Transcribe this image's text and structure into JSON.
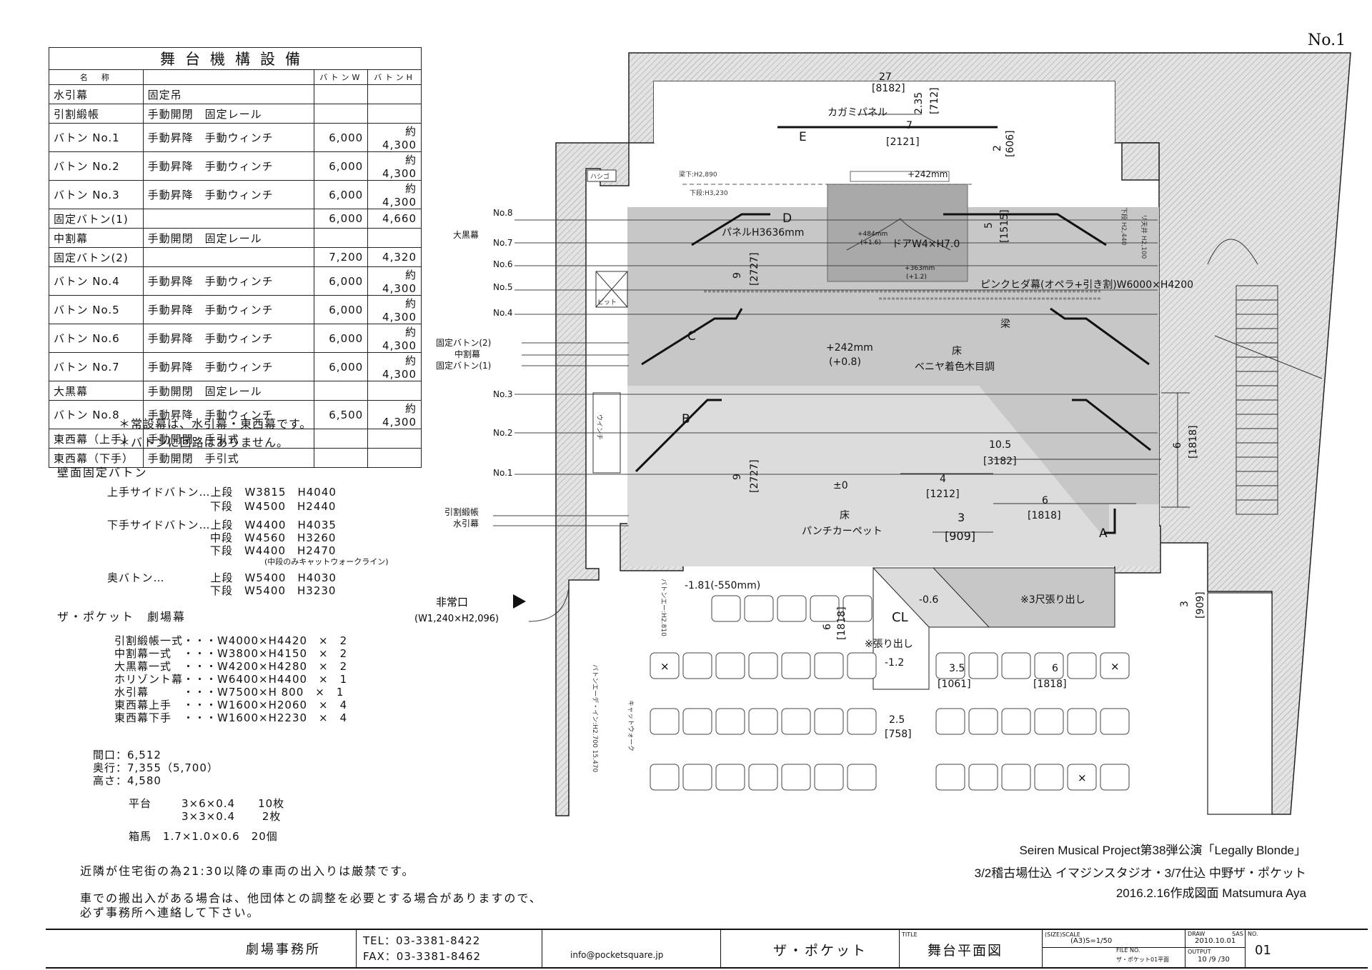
{
  "page_number": "No.1",
  "equipment_table": {
    "title": "舞台機構設備",
    "headers": [
      "名　称",
      "",
      "バトンW",
      "バトンH"
    ],
    "rows": [
      [
        "水引幕",
        "固定吊",
        "",
        ""
      ],
      [
        "引割緞帳",
        "手動開閉　固定レール",
        "",
        ""
      ],
      [
        "バトン No.1",
        "手動昇降　手動ウィンチ",
        "6,000",
        "約4,300"
      ],
      [
        "バトン No.2",
        "手動昇降　手動ウィンチ",
        "6,000",
        "約4,300"
      ],
      [
        "バトン No.3",
        "手動昇降　手動ウィンチ",
        "6,000",
        "約4,300"
      ],
      [
        "固定バトン(1)",
        "",
        "6,000",
        "4,660"
      ],
      [
        "中割幕",
        "手動開閉　固定レール",
        "",
        ""
      ],
      [
        "固定バトン(2)",
        "",
        "7,200",
        "4,320"
      ],
      [
        "バトン No.4",
        "手動昇降　手動ウィンチ",
        "6,000",
        "約4,300"
      ],
      [
        "バトン No.5",
        "手動昇降　手動ウィンチ",
        "6,000",
        "約4,300"
      ],
      [
        "バトン No.6",
        "手動昇降　手動ウィンチ",
        "6,000",
        "約4,300"
      ],
      [
        "バトン No.7",
        "手動昇降　手動ウィンチ",
        "6,000",
        "約4,300"
      ],
      [
        "大黒幕",
        "手動開閉　固定レール",
        "",
        ""
      ],
      [
        "バトン No.8",
        "手動昇降　手動ウィンチ",
        "6,500",
        "約4,300"
      ],
      [
        "東西幕（上手）",
        "手動開閉　手引式",
        "",
        ""
      ],
      [
        "東西幕（下手）",
        "手動開閉　手引式",
        "",
        ""
      ]
    ]
  },
  "notes": [
    "＊常設幕は、水引幕・東西幕です。",
    "＊バトンに回路はありません。"
  ],
  "wall_batten": {
    "title": "壁面固定バトン",
    "lines": [
      "上手サイドバトン…上段　W3815　H4040",
      "　　　　　　　　　下段　W4500　H2440",
      "下手サイドバトン…上段　W4400　H4035",
      "　　　　　　　　　中段　W4560　H3260",
      "　　　　　　　　　下段　W4400　H2470",
      "奥バトン…　　　　上段　W5400　H4030",
      "　　　　　　　　　下段　W5400　H3230"
    ],
    "mid_note": "(中段のみキャットウォークライン)"
  },
  "curtains": {
    "title": "ザ・ポケット　劇場幕",
    "lines": [
      "引割緞帳一式・・・W4000×H4420　×　2",
      "中割幕一式　・・・W3800×H4150　×　2",
      "大黒幕一式　・・・W4200×H4280　×　2",
      "ホリゾント幕・・・W6400×H4400　×　1",
      "水引幕　　　・・・W7500×H 800　×　1",
      "東西幕上手　・・・W1600×H2060　×　4",
      "東西幕下手　・・・W1600×H2230　×　4"
    ]
  },
  "dims": [
    "間口：6,512",
    "奥行：7,355（5,700）",
    "高さ：4,580"
  ],
  "platforms": {
    "label": "平台",
    "lines": [
      "3×6×0.4　　10枚",
      "3×3×0.4　　 2枚"
    ],
    "box": "箱馬　1.7×1.0×0.6　20個"
  },
  "warnings": [
    "近隣が住宅街の為21:30以降の車両の出入りは厳禁です。",
    "車での搬出入がある場合は、他団体との調整を必要とする場合がありますので、",
    "必ず事務所へ連絡して下さい。"
  ],
  "credits": [
    "Seiren Musical Project第38弾公演「Legally Blonde」",
    "3/2稽古場仕込 イマジンスタジオ・3/7仕込 中野ザ・ポケット",
    "2016.2.16作成図面 Matsumura Aya"
  ],
  "titlebar": {
    "office": "劇場事務所",
    "tel": "TEL：03-3381-8422",
    "fax": "FAX：03-3381-8462",
    "email": "info@pocketsquare.jp",
    "venue": "ザ・ポケット",
    "title_label": "TITLE",
    "title": "舞台平面図",
    "scale_label": "(SIZE)SCALE",
    "scale": "(A3)S=1/50",
    "file_label": "FILE NO.",
    "file": "ザ・ポケット01平面",
    "drawn_label": "DRAW",
    "drawn": "2010.10.01",
    "output_label": "OUTPUT",
    "output": "10 /9 /30",
    "sas": "SAS",
    "no_label": "NO.",
    "no": "01"
  },
  "plan": {
    "batten_labels": [
      "No.8",
      "大黒幕",
      "No.7",
      "No.6",
      "No.5",
      "No.4",
      "固定バトン(2)",
      "中割幕",
      "固定バトン(1)",
      "No.3",
      "No.2",
      "No.1",
      "引割緞帳",
      "水引幕"
    ],
    "exit_label": "非常口",
    "exit_size": "(W1,240×H2,096)",
    "mirror_panel": "カガミパネル",
    "panel": "パネルH3636mm",
    "door": "ドアW4×H7.0",
    "pink_curtain": "ピンクヒダ幕(オペラ+引き割)W6000×H4200",
    "beam": "梁",
    "floor_upper_h": "+242mm",
    "floor_upper_h2": "(+0.8)",
    "floor_upper": "床",
    "floor_upper_mat": "ベニヤ着色木目調",
    "floor_lower_h": "±0",
    "floor_lower": "床",
    "floor_lower_mat": "パンチカーペット",
    "audience_level": "-1.81(-550mm)",
    "extension": "※3尺張り出し",
    "extension2": "※張り出し",
    "lvl_06": "-0.6",
    "lvl_12": "-1.2",
    "upper_box": "+242mm",
    "box484": "+484mm",
    "box484b": "(+1.6)",
    "box363": "+363mm",
    "box363b": "(+1.2)",
    "letters": [
      "A",
      "B",
      "C",
      "D",
      "E"
    ],
    "dim_27": "27",
    "dim_8182": "[8182]",
    "dim_235": "2.35",
    "dim_712": "[712]",
    "dim_7": "7",
    "dim_2121": "[2121]",
    "dim_2": "2",
    "dim_606": "[606]",
    "dim_5": "5",
    "dim_1515": "[1515]",
    "dim_9": "9",
    "dim_2727": "[2727]",
    "dim_105": "10.5",
    "dim_3182": "[3182]",
    "dim_4": "4",
    "dim_1212": "[1212]",
    "dim_6": "6",
    "dim_1818": "[1818]",
    "dim_3": "3",
    "dim_909": "[909]",
    "dim_35": "3.5",
    "dim_1061": "[1061]",
    "dim_25": "2.5",
    "dim_758": "[758]",
    "upper_beam": "梁下:H2,890",
    "lower_beam": "下段:H3,230",
    "hashigo": "ハシゴ",
    "pit": "ピット",
    "winch": "ウインチ",
    "side_lower": "下段 H2,440",
    "side_upper": "リ天井 H2,100",
    "catwalk": "キャットウォーク",
    "cl": "CL",
    "bat_note1": "バトンエー:H2.810",
    "bat_note2": "バトンエーデ・イン:H2.700 15.470"
  }
}
